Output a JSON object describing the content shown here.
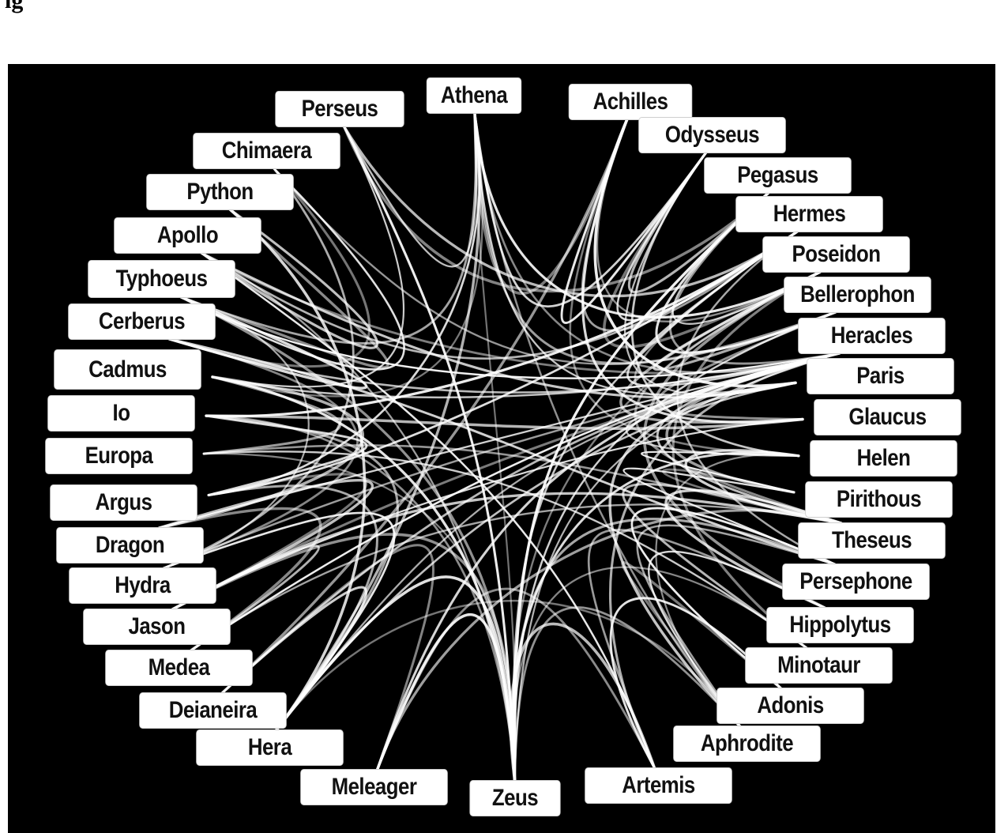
{
  "caption": "ig",
  "theme": {
    "background": "#000000",
    "label_fill": "#ffffff",
    "label_text": "#111111",
    "edge_color": "#ffffff"
  },
  "nodes": [
    "Athena",
    "Achilles",
    "Odysseus",
    "Pegasus",
    "Hermes",
    "Poseidon",
    "Bellerophon",
    "Heracles",
    "Paris",
    "Glaucus",
    "Helen",
    "Pirithous",
    "Theseus",
    "Persephone",
    "Hippolytus",
    "Minotaur",
    "Adonis",
    "Aphrodite",
    "Artemis",
    "Zeus",
    "Meleager",
    "Hera",
    "Deianeira",
    "Medea",
    "Jason",
    "Hydra",
    "Dragon",
    "Argus",
    "Europa",
    "Io",
    "Cadmus",
    "Cerberus",
    "Typhoeus",
    "Apollo",
    "Python",
    "Chimaera",
    "Perseus"
  ],
  "edges": [
    [
      "Athena",
      "Zeus"
    ],
    [
      "Athena",
      "Perseus"
    ],
    [
      "Athena",
      "Heracles"
    ],
    [
      "Athena",
      "Odysseus"
    ],
    [
      "Athena",
      "Bellerophon"
    ],
    [
      "Athena",
      "Poseidon"
    ],
    [
      "Athena",
      "Hera"
    ],
    [
      "Athena",
      "Achilles"
    ],
    [
      "Athena",
      "Paris"
    ],
    [
      "Athena",
      "Aphrodite"
    ],
    [
      "Athena",
      "Argus"
    ],
    [
      "Athena",
      "Typhoeus"
    ],
    [
      "Perseus",
      "Zeus"
    ],
    [
      "Perseus",
      "Hermes"
    ],
    [
      "Perseus",
      "Pegasus"
    ],
    [
      "Perseus",
      "Cadmus"
    ],
    [
      "Chimaera",
      "Bellerophon"
    ],
    [
      "Chimaera",
      "Typhoeus"
    ],
    [
      "Chimaera",
      "Hydra"
    ],
    [
      "Chimaera",
      "Cerberus"
    ],
    [
      "Python",
      "Apollo"
    ],
    [
      "Python",
      "Typhoeus"
    ],
    [
      "Python",
      "Hera"
    ],
    [
      "Apollo",
      "Zeus"
    ],
    [
      "Apollo",
      "Artemis"
    ],
    [
      "Apollo",
      "Hermes"
    ],
    [
      "Apollo",
      "Heracles"
    ],
    [
      "Apollo",
      "Paris"
    ],
    [
      "Typhoeus",
      "Zeus"
    ],
    [
      "Typhoeus",
      "Cerberus"
    ],
    [
      "Typhoeus",
      "Hydra"
    ],
    [
      "Typhoeus",
      "Heracles"
    ],
    [
      "Cerberus",
      "Heracles"
    ],
    [
      "Cerberus",
      "Hydra"
    ],
    [
      "Cerberus",
      "Persephone"
    ],
    [
      "Cadmus",
      "Europa"
    ],
    [
      "Cadmus",
      "Zeus"
    ],
    [
      "Cadmus",
      "Dragon"
    ],
    [
      "Cadmus",
      "Athena"
    ],
    [
      "Cadmus",
      "Heracles"
    ],
    [
      "Io",
      "Zeus"
    ],
    [
      "Io",
      "Argus"
    ],
    [
      "Io",
      "Hera"
    ],
    [
      "Io",
      "Hermes"
    ],
    [
      "Io",
      "Glaucus"
    ],
    [
      "Europa",
      "Zeus"
    ],
    [
      "Europa",
      "Minotaur"
    ],
    [
      "Europa",
      "Theseus"
    ],
    [
      "Argus",
      "Hermes"
    ],
    [
      "Argus",
      "Hera"
    ],
    [
      "Argus",
      "Jason"
    ],
    [
      "Dragon",
      "Jason"
    ],
    [
      "Dragon",
      "Medea"
    ],
    [
      "Dragon",
      "Heracles"
    ],
    [
      "Hydra",
      "Heracles"
    ],
    [
      "Hydra",
      "Hera"
    ],
    [
      "Jason",
      "Medea"
    ],
    [
      "Jason",
      "Heracles"
    ],
    [
      "Jason",
      "Theseus"
    ],
    [
      "Jason",
      "Zeus"
    ],
    [
      "Jason",
      "Glaucus"
    ],
    [
      "Medea",
      "Theseus"
    ],
    [
      "Medea",
      "Heracles"
    ],
    [
      "Deianeira",
      "Heracles"
    ],
    [
      "Deianeira",
      "Meleager"
    ],
    [
      "Deianeira",
      "Hera"
    ],
    [
      "Deianeira",
      "Achilles"
    ],
    [
      "Hera",
      "Zeus"
    ],
    [
      "Hera",
      "Heracles"
    ],
    [
      "Hera",
      "Aphrodite"
    ],
    [
      "Hera",
      "Paris"
    ],
    [
      "Meleager",
      "Artemis"
    ],
    [
      "Meleager",
      "Heracles"
    ],
    [
      "Meleager",
      "Theseus"
    ],
    [
      "Meleager",
      "Zeus"
    ],
    [
      "Zeus",
      "Heracles"
    ],
    [
      "Zeus",
      "Poseidon"
    ],
    [
      "Zeus",
      "Hermes"
    ],
    [
      "Zeus",
      "Aphrodite"
    ],
    [
      "Zeus",
      "Helen"
    ],
    [
      "Zeus",
      "Persephone"
    ],
    [
      "Zeus",
      "Pegasus"
    ],
    [
      "Zeus",
      "Artemis"
    ],
    [
      "Zeus",
      "Minotaur"
    ],
    [
      "Zeus",
      "Bellerophon"
    ],
    [
      "Artemis",
      "Hippolytus"
    ],
    [
      "Artemis",
      "Adonis"
    ],
    [
      "Artemis",
      "Heracles"
    ],
    [
      "Aphrodite",
      "Adonis"
    ],
    [
      "Aphrodite",
      "Paris"
    ],
    [
      "Aphrodite",
      "Helen"
    ],
    [
      "Aphrodite",
      "Hippolytus"
    ],
    [
      "Aphrodite",
      "Persephone"
    ],
    [
      "Adonis",
      "Persephone"
    ],
    [
      "Minotaur",
      "Theseus"
    ],
    [
      "Minotaur",
      "Poseidon"
    ],
    [
      "Hippolytus",
      "Theseus"
    ],
    [
      "Hippolytus",
      "Poseidon"
    ],
    [
      "Persephone",
      "Pirithous"
    ],
    [
      "Persephone",
      "Hermes"
    ],
    [
      "Theseus",
      "Pirithous"
    ],
    [
      "Theseus",
      "Heracles"
    ],
    [
      "Theseus",
      "Poseidon"
    ],
    [
      "Theseus",
      "Helen"
    ],
    [
      "Pirithous",
      "Heracles"
    ],
    [
      "Pirithous",
      "Helen"
    ],
    [
      "Helen",
      "Paris"
    ],
    [
      "Helen",
      "Achilles"
    ],
    [
      "Helen",
      "Odysseus"
    ],
    [
      "Glaucus",
      "Bellerophon"
    ],
    [
      "Glaucus",
      "Achilles"
    ],
    [
      "Glaucus",
      "Poseidon"
    ],
    [
      "Paris",
      "Achilles"
    ],
    [
      "Paris",
      "Odysseus"
    ],
    [
      "Paris",
      "Hermes"
    ],
    [
      "Heracles",
      "Hermes"
    ],
    [
      "Heracles",
      "Pegasus"
    ],
    [
      "Bellerophon",
      "Pegasus"
    ],
    [
      "Bellerophon",
      "Poseidon"
    ],
    [
      "Poseidon",
      "Odysseus"
    ],
    [
      "Poseidon",
      "Pegasus"
    ],
    [
      "Poseidon",
      "Achilles"
    ],
    [
      "Hermes",
      "Odysseus"
    ],
    [
      "Hermes",
      "Achilles"
    ],
    [
      "Odysseus",
      "Achilles"
    ],
    [
      "Odysseus",
      "Pegasus"
    ]
  ]
}
